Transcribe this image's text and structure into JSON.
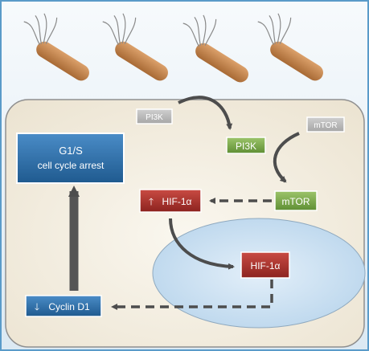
{
  "diagram": {
    "nodes": {
      "pi3k_inactive": "PI3K",
      "pi3k_active": "PI3K",
      "mtor_inactive": "mTOR",
      "mtor_active": "mTOR",
      "hif_cytoplasm": "HIF-1α",
      "hif_cytoplasm_arrow": "🡑",
      "hif_nucleus": "HIF-1α",
      "cyclin": "Cyclin D1",
      "cyclin_arrow": "🡓",
      "arrest_line1": "G1/S",
      "arrest_line2": "cell cycle arrest"
    },
    "colors": {
      "background_top": "#e7f1f7",
      "cell_fill": "#f4efe4",
      "nucleus_fill": "#cfe3f3",
      "bacteria": "#c98a4f",
      "green_box": "#7dab48",
      "red_box": "#a8322d",
      "blue_box": "#2e6ea6",
      "grey_box": "#b9b9b9",
      "arrow": "#555555"
    }
  }
}
